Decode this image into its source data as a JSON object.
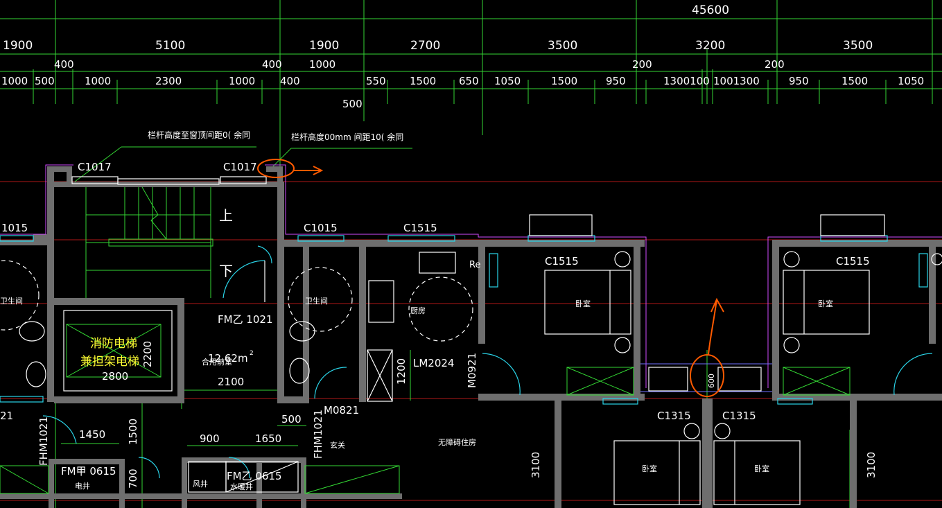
{
  "drawing": {
    "background": "#000000",
    "colors": {
      "dimension_lines": "#33d633",
      "axis_lines": "#b01818",
      "walls": "#6e6e6e",
      "text": "#ffffff",
      "highlight_text": "#ffff33",
      "window_lines": "#2ad4e8",
      "markup": "#ff5a00"
    },
    "overall_dimension": "45600",
    "dim_row1": [
      "1900",
      "5100",
      "1900",
      "2700",
      "3500",
      "3200",
      "3500"
    ],
    "dim_row2": [
      "400",
      "400",
      "1000",
      "200",
      "200"
    ],
    "dim_row3": [
      "1000",
      "500",
      "1000",
      "2300",
      "1000",
      "400",
      "550",
      "1500",
      "650",
      "1050",
      "1500",
      "950",
      "1300100",
      "1001300",
      "950",
      "1500",
      "1050"
    ],
    "dim_extra": "500",
    "notes": [
      "栏杆高度至窗顶间距0(  余同",
      "栏杆高度00mm   间距10(  余同"
    ],
    "windows": [
      "C1017",
      "C1017",
      "1015",
      "C1015",
      "C1515",
      "C1515",
      "C1515",
      "C1315",
      "C1315"
    ],
    "rooms": {
      "elevator_line1": "消防电梯",
      "elevator_line2": "兼担架电梯",
      "stair_up": "上",
      "stair_down": "下",
      "bath_left": "卫生间",
      "bath_mid": "卫生间",
      "kitchen": "厨房",
      "bedroom": "卧室",
      "lobby": "合用前室",
      "lobby_area": "12.62m",
      "lobby_area_sup": "2",
      "entry": "玄关",
      "barrier_free": "无障碍住房",
      "elec_shaft": "电井",
      "wind_shaft": "风井",
      "water_shaft": "水暖井",
      "re": "Re"
    },
    "doors": [
      "FM乙 1021",
      "LM2024",
      "M0921",
      "M0821",
      "FHM1021",
      "FHM1021",
      "FM甲 0615",
      "FM乙 0615",
      "21"
    ],
    "room_dims": [
      "2200",
      "2800",
      "2100",
      "1200",
      "1450",
      "1500",
      "900",
      "1650",
      "500",
      "700",
      "3100",
      "3100",
      "600"
    ]
  }
}
